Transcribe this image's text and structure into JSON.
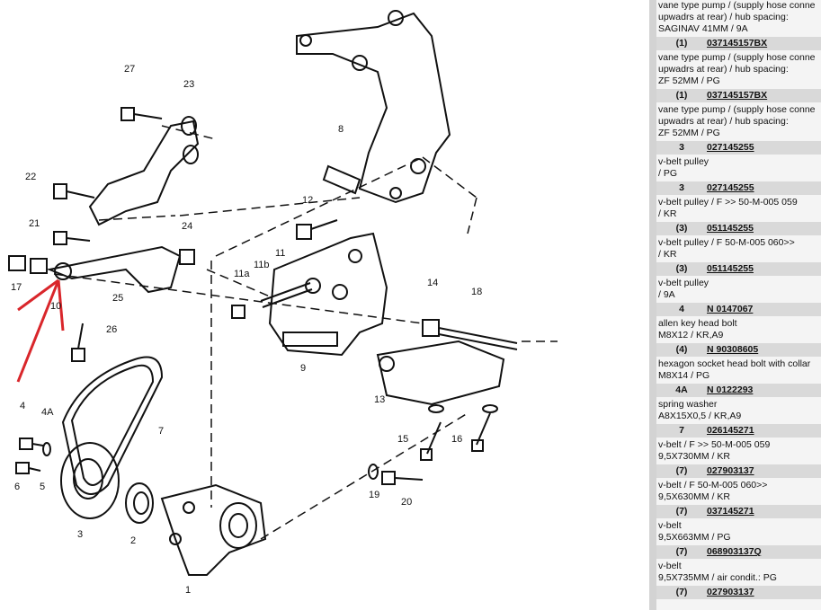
{
  "colors": {
    "panel_bg": "#f4f4f4",
    "row_header_bg": "#d9d9d9",
    "arrow": "#d9262b"
  },
  "diagram": {
    "callouts": [
      "27",
      "23",
      "22",
      "21",
      "24",
      "17",
      "10",
      "25",
      "26",
      "12",
      "11",
      "11b",
      "11a",
      "8",
      "9",
      "14",
      "18",
      "13",
      "15",
      "16",
      "19",
      "20",
      "4",
      "4A",
      "6",
      "5",
      "3",
      "2",
      "7",
      "1"
    ]
  },
  "parts_list": {
    "top_lines": [
      "vane type pump / (supply hose conne",
      "upwadrs at rear) / hub spacing:",
      "SAGINAV 41MM / 9A"
    ],
    "rows": [
      {
        "qty": "(1)",
        "part": "037145157BX",
        "lines": [
          "vane type pump / (supply hose conne",
          "upwadrs at rear) / hub spacing:",
          "ZF 52MM / PG"
        ]
      },
      {
        "qty": "(1)",
        "part": "037145157BX",
        "lines": [
          "vane type pump / (supply hose conne",
          "upwadrs at rear) / hub spacing:",
          "ZF 52MM / PG"
        ]
      },
      {
        "qty": "3",
        "part": "027145255",
        "lines": [
          "v-belt pulley",
          "/ PG"
        ]
      },
      {
        "qty": "3",
        "part": "027145255",
        "lines": [
          "v-belt pulley / F >> 50-M-005 059",
          "/ KR"
        ]
      },
      {
        "qty": "(3)",
        "part": "051145255",
        "lines": [
          "v-belt pulley / F 50-M-005 060>>",
          "/ KR"
        ]
      },
      {
        "qty": "(3)",
        "part": "051145255",
        "lines": [
          "v-belt pulley",
          "/ 9A"
        ]
      },
      {
        "qty": "4",
        "part": "N 0147067",
        "lines": [
          "allen key head bolt",
          "M8X12 / KR,A9"
        ]
      },
      {
        "qty": "(4)",
        "part": "N 90308605",
        "lines": [
          "hexagon socket head bolt with collar",
          "M8X14 / PG"
        ]
      },
      {
        "qty": "4A",
        "part": "N 0122293",
        "lines": [
          "spring washer",
          "A8X15X0,5 / KR,A9"
        ]
      },
      {
        "qty": "7",
        "part": "026145271",
        "lines": [
          "v-belt / F >> 50-M-005 059",
          "9,5X730MM / KR"
        ]
      },
      {
        "qty": "(7)",
        "part": "027903137",
        "lines": [
          "v-belt / F 50-M-005 060>>",
          "9,5X630MM / KR"
        ]
      },
      {
        "qty": "(7)",
        "part": "037145271",
        "lines": [
          "v-belt",
          "9,5X663MM / PG"
        ]
      },
      {
        "qty": "(7)",
        "part": "068903137Q",
        "lines": [
          "v-belt",
          "9,5X735MM / air condit.: PG"
        ]
      },
      {
        "qty": "(7)",
        "part": "027903137",
        "lines": []
      }
    ]
  }
}
